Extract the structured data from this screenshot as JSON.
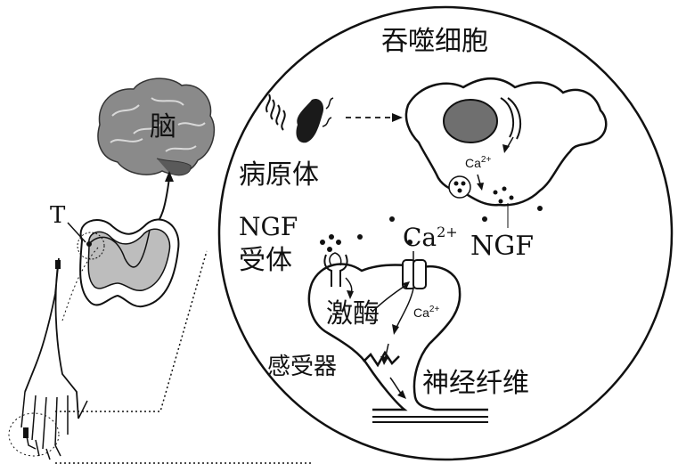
{
  "labels": {
    "brain": "脑",
    "t": "T",
    "phagocyte": "吞噬细胞",
    "pathogen": "病原体",
    "ngf_receptor_1": "NGF",
    "ngf_receptor_2": "受体",
    "ca_top_base": "Ca",
    "ca_top_sup": "2+",
    "ca_cell_base": "Ca",
    "ca_cell_sup": "2+",
    "ngf": "NGF",
    "kinase": "激酶",
    "ca_channel_base": "Ca",
    "ca_channel_sup": "2+",
    "receptor": "感受器",
    "nerve_fiber": "神经纤维"
  },
  "colors": {
    "stroke": "#111111",
    "brain_fill": "#8a8a8a",
    "spinal_grey": "#bdbdbd",
    "nucleus": "#6f6f6f",
    "pathogen": "#1a1a1a"
  }
}
